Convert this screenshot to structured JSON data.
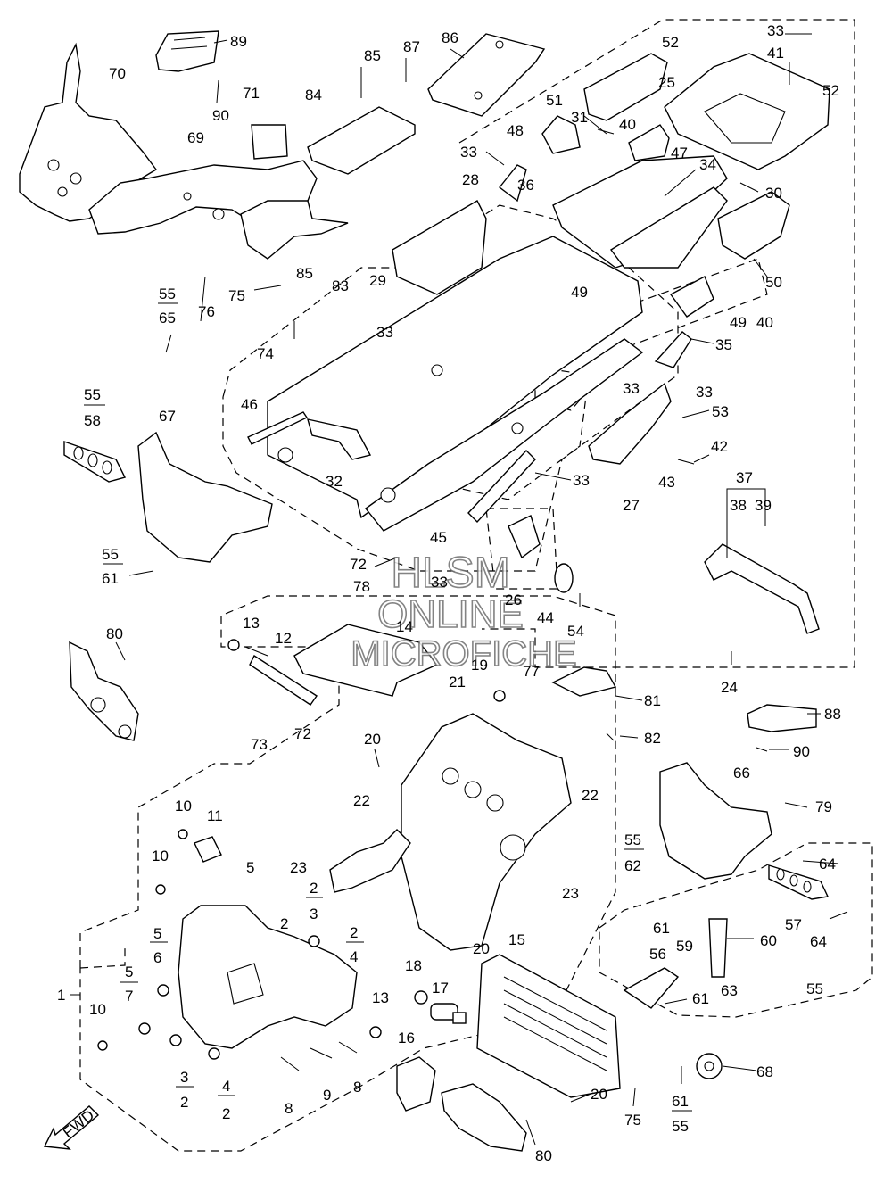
{
  "watermark": {
    "line1": "HLSM",
    "line2": "ONLINE",
    "line3": "MICROFICHE"
  },
  "fwd_label": "FWD",
  "callouts": [
    {
      "id": "70",
      "text": "70"
    },
    {
      "id": "89",
      "text": "89"
    },
    {
      "id": "90a",
      "text": "90"
    },
    {
      "id": "71",
      "text": "71"
    },
    {
      "id": "69",
      "text": "69"
    },
    {
      "id": "84",
      "text": "84"
    },
    {
      "id": "85a",
      "text": "85"
    },
    {
      "id": "87",
      "text": "87"
    },
    {
      "id": "86",
      "text": "86"
    },
    {
      "id": "52a",
      "text": "52"
    },
    {
      "id": "33a",
      "text": "33"
    },
    {
      "id": "41",
      "text": "41"
    },
    {
      "id": "52b",
      "text": "52"
    },
    {
      "id": "51",
      "text": "51"
    },
    {
      "id": "25",
      "text": "25"
    },
    {
      "id": "31",
      "text": "31"
    },
    {
      "id": "40a",
      "text": "40"
    },
    {
      "id": "48",
      "text": "48"
    },
    {
      "id": "47",
      "text": "47"
    },
    {
      "id": "33b",
      "text": "33"
    },
    {
      "id": "34",
      "text": "34"
    },
    {
      "id": "28",
      "text": "28"
    },
    {
      "id": "36",
      "text": "36"
    },
    {
      "id": "30",
      "text": "30"
    },
    {
      "id": "85b",
      "text": "85"
    },
    {
      "id": "83",
      "text": "83"
    },
    {
      "id": "29",
      "text": "29"
    },
    {
      "id": "49a",
      "text": "49"
    },
    {
      "id": "50",
      "text": "50"
    },
    {
      "id": "76",
      "text": "76"
    },
    {
      "id": "75a",
      "text": "75"
    },
    {
      "id": "55a",
      "text": "55"
    },
    {
      "id": "65",
      "text": "65"
    },
    {
      "id": "33c",
      "text": "33"
    },
    {
      "id": "49b",
      "text": "49"
    },
    {
      "id": "40b",
      "text": "40"
    },
    {
      "id": "74",
      "text": "74"
    },
    {
      "id": "35",
      "text": "35"
    },
    {
      "id": "33d",
      "text": "33"
    },
    {
      "id": "33e",
      "text": "33"
    },
    {
      "id": "55b",
      "text": "55"
    },
    {
      "id": "58",
      "text": "58"
    },
    {
      "id": "67",
      "text": "67"
    },
    {
      "id": "46",
      "text": "46"
    },
    {
      "id": "53",
      "text": "53"
    },
    {
      "id": "42",
      "text": "42"
    },
    {
      "id": "32",
      "text": "32"
    },
    {
      "id": "43",
      "text": "43"
    },
    {
      "id": "33f",
      "text": "33"
    },
    {
      "id": "27",
      "text": "27"
    },
    {
      "id": "37",
      "text": "37"
    },
    {
      "id": "38",
      "text": "38"
    },
    {
      "id": "39",
      "text": "39"
    },
    {
      "id": "45",
      "text": "45"
    },
    {
      "id": "55c",
      "text": "55"
    },
    {
      "id": "61a",
      "text": "61"
    },
    {
      "id": "72a",
      "text": "72"
    },
    {
      "id": "78",
      "text": "78"
    },
    {
      "id": "33g",
      "text": "33"
    },
    {
      "id": "26",
      "text": "26"
    },
    {
      "id": "44",
      "text": "44"
    },
    {
      "id": "54",
      "text": "54"
    },
    {
      "id": "13a",
      "text": "13"
    },
    {
      "id": "14",
      "text": "14"
    },
    {
      "id": "80a",
      "text": "80"
    },
    {
      "id": "12",
      "text": "12"
    },
    {
      "id": "19",
      "text": "19"
    },
    {
      "id": "24",
      "text": "24"
    },
    {
      "id": "21",
      "text": "21"
    },
    {
      "id": "77",
      "text": "77"
    },
    {
      "id": "81",
      "text": "81"
    },
    {
      "id": "88",
      "text": "88"
    },
    {
      "id": "82",
      "text": "82"
    },
    {
      "id": "90b",
      "text": "90"
    },
    {
      "id": "20a",
      "text": "20"
    },
    {
      "id": "73",
      "text": "73"
    },
    {
      "id": "72b",
      "text": "72"
    },
    {
      "id": "66",
      "text": "66"
    },
    {
      "id": "10a",
      "text": "10"
    },
    {
      "id": "11",
      "text": "11"
    },
    {
      "id": "22a",
      "text": "22"
    },
    {
      "id": "22b",
      "text": "22"
    },
    {
      "id": "79",
      "text": "79"
    },
    {
      "id": "10b",
      "text": "10"
    },
    {
      "id": "23a",
      "text": "23"
    },
    {
      "id": "55d",
      "text": "55"
    },
    {
      "id": "62",
      "text": "62"
    },
    {
      "id": "64a",
      "text": "64"
    },
    {
      "id": "5a",
      "text": "5"
    },
    {
      "id": "2a",
      "text": "2"
    },
    {
      "id": "3a",
      "text": "3"
    },
    {
      "id": "57",
      "text": "57"
    },
    {
      "id": "23b",
      "text": "23"
    },
    {
      "id": "2b",
      "text": "2"
    },
    {
      "id": "2c",
      "text": "2"
    },
    {
      "id": "4a",
      "text": "4"
    },
    {
      "id": "5b",
      "text": "5"
    },
    {
      "id": "6",
      "text": "6"
    },
    {
      "id": "64b",
      "text": "64"
    },
    {
      "id": "61b",
      "text": "61"
    },
    {
      "id": "60",
      "text": "60"
    },
    {
      "id": "15",
      "text": "15"
    },
    {
      "id": "56",
      "text": "56"
    },
    {
      "id": "59",
      "text": "59"
    },
    {
      "id": "5c",
      "text": "5"
    },
    {
      "id": "7",
      "text": "7"
    },
    {
      "id": "18",
      "text": "18"
    },
    {
      "id": "20b",
      "text": "20"
    },
    {
      "id": "63",
      "text": "63"
    },
    {
      "id": "55e",
      "text": "55"
    },
    {
      "id": "1",
      "text": "1"
    },
    {
      "id": "13b",
      "text": "13"
    },
    {
      "id": "17",
      "text": "17"
    },
    {
      "id": "61c",
      "text": "61"
    },
    {
      "id": "10c",
      "text": "10"
    },
    {
      "id": "16",
      "text": "16"
    },
    {
      "id": "68",
      "text": "68"
    },
    {
      "id": "3b",
      "text": "3"
    },
    {
      "id": "4b",
      "text": "4"
    },
    {
      "id": "8a",
      "text": "8"
    },
    {
      "id": "9",
      "text": "9"
    },
    {
      "id": "8b",
      "text": "8"
    },
    {
      "id": "2d",
      "text": "2"
    },
    {
      "id": "2e",
      "text": "2"
    },
    {
      "id": "20c",
      "text": "20"
    },
    {
      "id": "75b",
      "text": "75"
    },
    {
      "id": "61d",
      "text": "61"
    },
    {
      "id": "55f",
      "text": "55"
    },
    {
      "id": "80b",
      "text": "80"
    }
  ]
}
